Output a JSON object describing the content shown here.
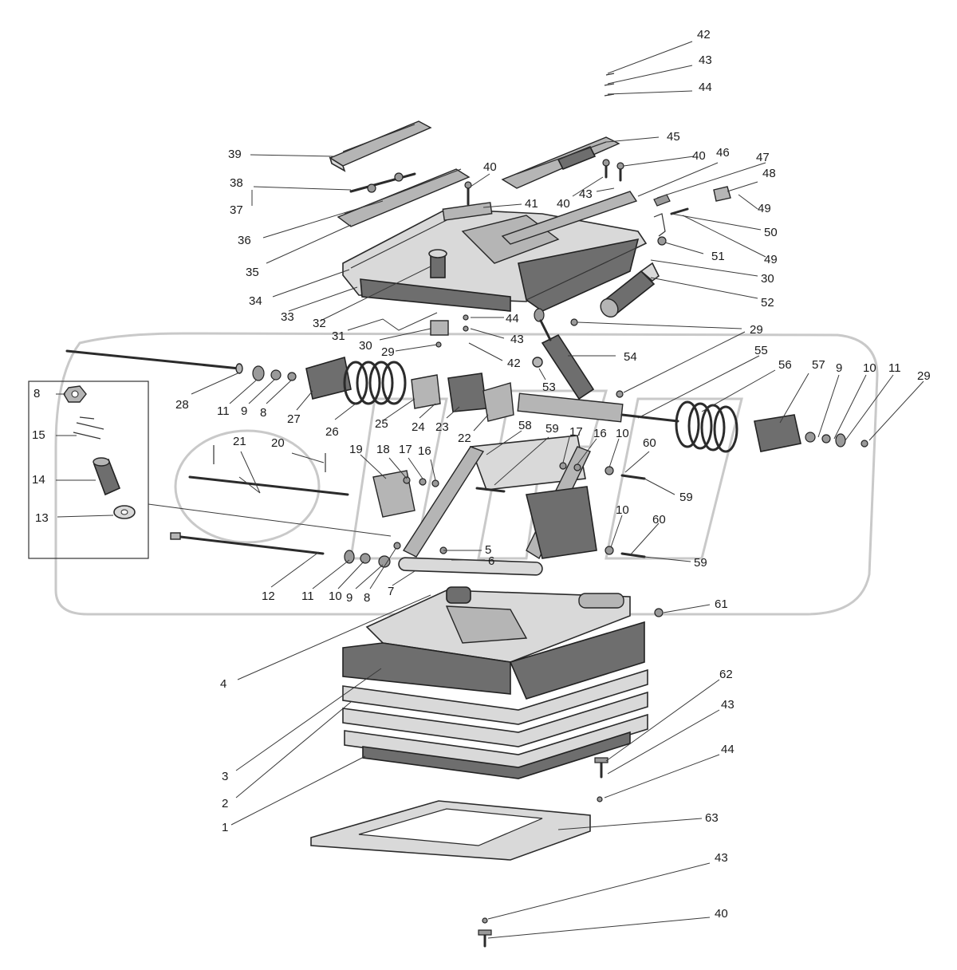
{
  "diagram": {
    "labels": [
      {
        "id": "l42a",
        "text": "42"
      },
      {
        "id": "l43a",
        "text": "43"
      },
      {
        "id": "l44a",
        "text": "44"
      },
      {
        "id": "l45",
        "text": "45"
      },
      {
        "id": "l39",
        "text": "39"
      },
      {
        "id": "l40a",
        "text": "40"
      },
      {
        "id": "l40b",
        "text": "40"
      },
      {
        "id": "l46",
        "text": "46"
      },
      {
        "id": "l47",
        "text": "47"
      },
      {
        "id": "l48",
        "text": "48"
      },
      {
        "id": "l38",
        "text": "38"
      },
      {
        "id": "l37",
        "text": "37"
      },
      {
        "id": "l41",
        "text": "41"
      },
      {
        "id": "l40c",
        "text": "40"
      },
      {
        "id": "l43b",
        "text": "43"
      },
      {
        "id": "l49a",
        "text": "49"
      },
      {
        "id": "l50",
        "text": "50"
      },
      {
        "id": "l36",
        "text": "36"
      },
      {
        "id": "l49b",
        "text": "49"
      },
      {
        "id": "l51",
        "text": "51"
      },
      {
        "id": "l35",
        "text": "35"
      },
      {
        "id": "l30a",
        "text": "30"
      },
      {
        "id": "l34",
        "text": "34"
      },
      {
        "id": "l52",
        "text": "52"
      },
      {
        "id": "l33",
        "text": "33"
      },
      {
        "id": "l32",
        "text": "32"
      },
      {
        "id": "l44b",
        "text": "44"
      },
      {
        "id": "l31",
        "text": "31"
      },
      {
        "id": "l29a",
        "text": "29"
      },
      {
        "id": "l30b",
        "text": "30"
      },
      {
        "id": "l43c",
        "text": "43"
      },
      {
        "id": "l29b",
        "text": "29"
      },
      {
        "id": "l54",
        "text": "54"
      },
      {
        "id": "l55",
        "text": "55"
      },
      {
        "id": "l42b",
        "text": "42"
      },
      {
        "id": "l56",
        "text": "56"
      },
      {
        "id": "l57",
        "text": "57"
      },
      {
        "id": "l9a",
        "text": "9"
      },
      {
        "id": "l10a",
        "text": "10"
      },
      {
        "id": "l11a",
        "text": "11"
      },
      {
        "id": "l29c",
        "text": "29"
      },
      {
        "id": "l53",
        "text": "53"
      },
      {
        "id": "l8a",
        "text": "8"
      },
      {
        "id": "l28",
        "text": "28"
      },
      {
        "id": "l11b",
        "text": "11"
      },
      {
        "id": "l9b",
        "text": "9"
      },
      {
        "id": "l8b",
        "text": "8"
      },
      {
        "id": "l27",
        "text": "27"
      },
      {
        "id": "l26",
        "text": "26"
      },
      {
        "id": "l25",
        "text": "25"
      },
      {
        "id": "l24",
        "text": "24"
      },
      {
        "id": "l23",
        "text": "23"
      },
      {
        "id": "l22",
        "text": "22"
      },
      {
        "id": "l58",
        "text": "58"
      },
      {
        "id": "l59a",
        "text": "59"
      },
      {
        "id": "l17a",
        "text": "17"
      },
      {
        "id": "l16a",
        "text": "16"
      },
      {
        "id": "l10b",
        "text": "10"
      },
      {
        "id": "l15",
        "text": "15"
      },
      {
        "id": "l21",
        "text": "21"
      },
      {
        "id": "l20",
        "text": "20"
      },
      {
        "id": "l19",
        "text": "19"
      },
      {
        "id": "l18",
        "text": "18"
      },
      {
        "id": "l17b",
        "text": "17"
      },
      {
        "id": "l16b",
        "text": "16"
      },
      {
        "id": "l60a",
        "text": "60"
      },
      {
        "id": "l14",
        "text": "14"
      },
      {
        "id": "l59b",
        "text": "59"
      },
      {
        "id": "l13",
        "text": "13"
      },
      {
        "id": "l10c",
        "text": "10"
      },
      {
        "id": "l60b",
        "text": "60"
      },
      {
        "id": "l5",
        "text": "5"
      },
      {
        "id": "l6",
        "text": "6"
      },
      {
        "id": "l59c",
        "text": "59"
      },
      {
        "id": "l12",
        "text": "12"
      },
      {
        "id": "l11c",
        "text": "11"
      },
      {
        "id": "l10d",
        "text": "10"
      },
      {
        "id": "l9c",
        "text": "9"
      },
      {
        "id": "l8c",
        "text": "8"
      },
      {
        "id": "l7",
        "text": "7"
      },
      {
        "id": "l61",
        "text": "61"
      },
      {
        "id": "l4",
        "text": "4"
      },
      {
        "id": "l62",
        "text": "62"
      },
      {
        "id": "l43d",
        "text": "43"
      },
      {
        "id": "l44c",
        "text": "44"
      },
      {
        "id": "l3",
        "text": "3"
      },
      {
        "id": "l2",
        "text": "2"
      },
      {
        "id": "l1",
        "text": "1"
      },
      {
        "id": "l63",
        "text": "63"
      },
      {
        "id": "l43e",
        "text": "43"
      },
      {
        "id": "l40d",
        "text": "40"
      }
    ]
  },
  "colors": {
    "background": "#ffffff",
    "line": "#2a2a2a",
    "watermark": "#c9c9c9"
  }
}
